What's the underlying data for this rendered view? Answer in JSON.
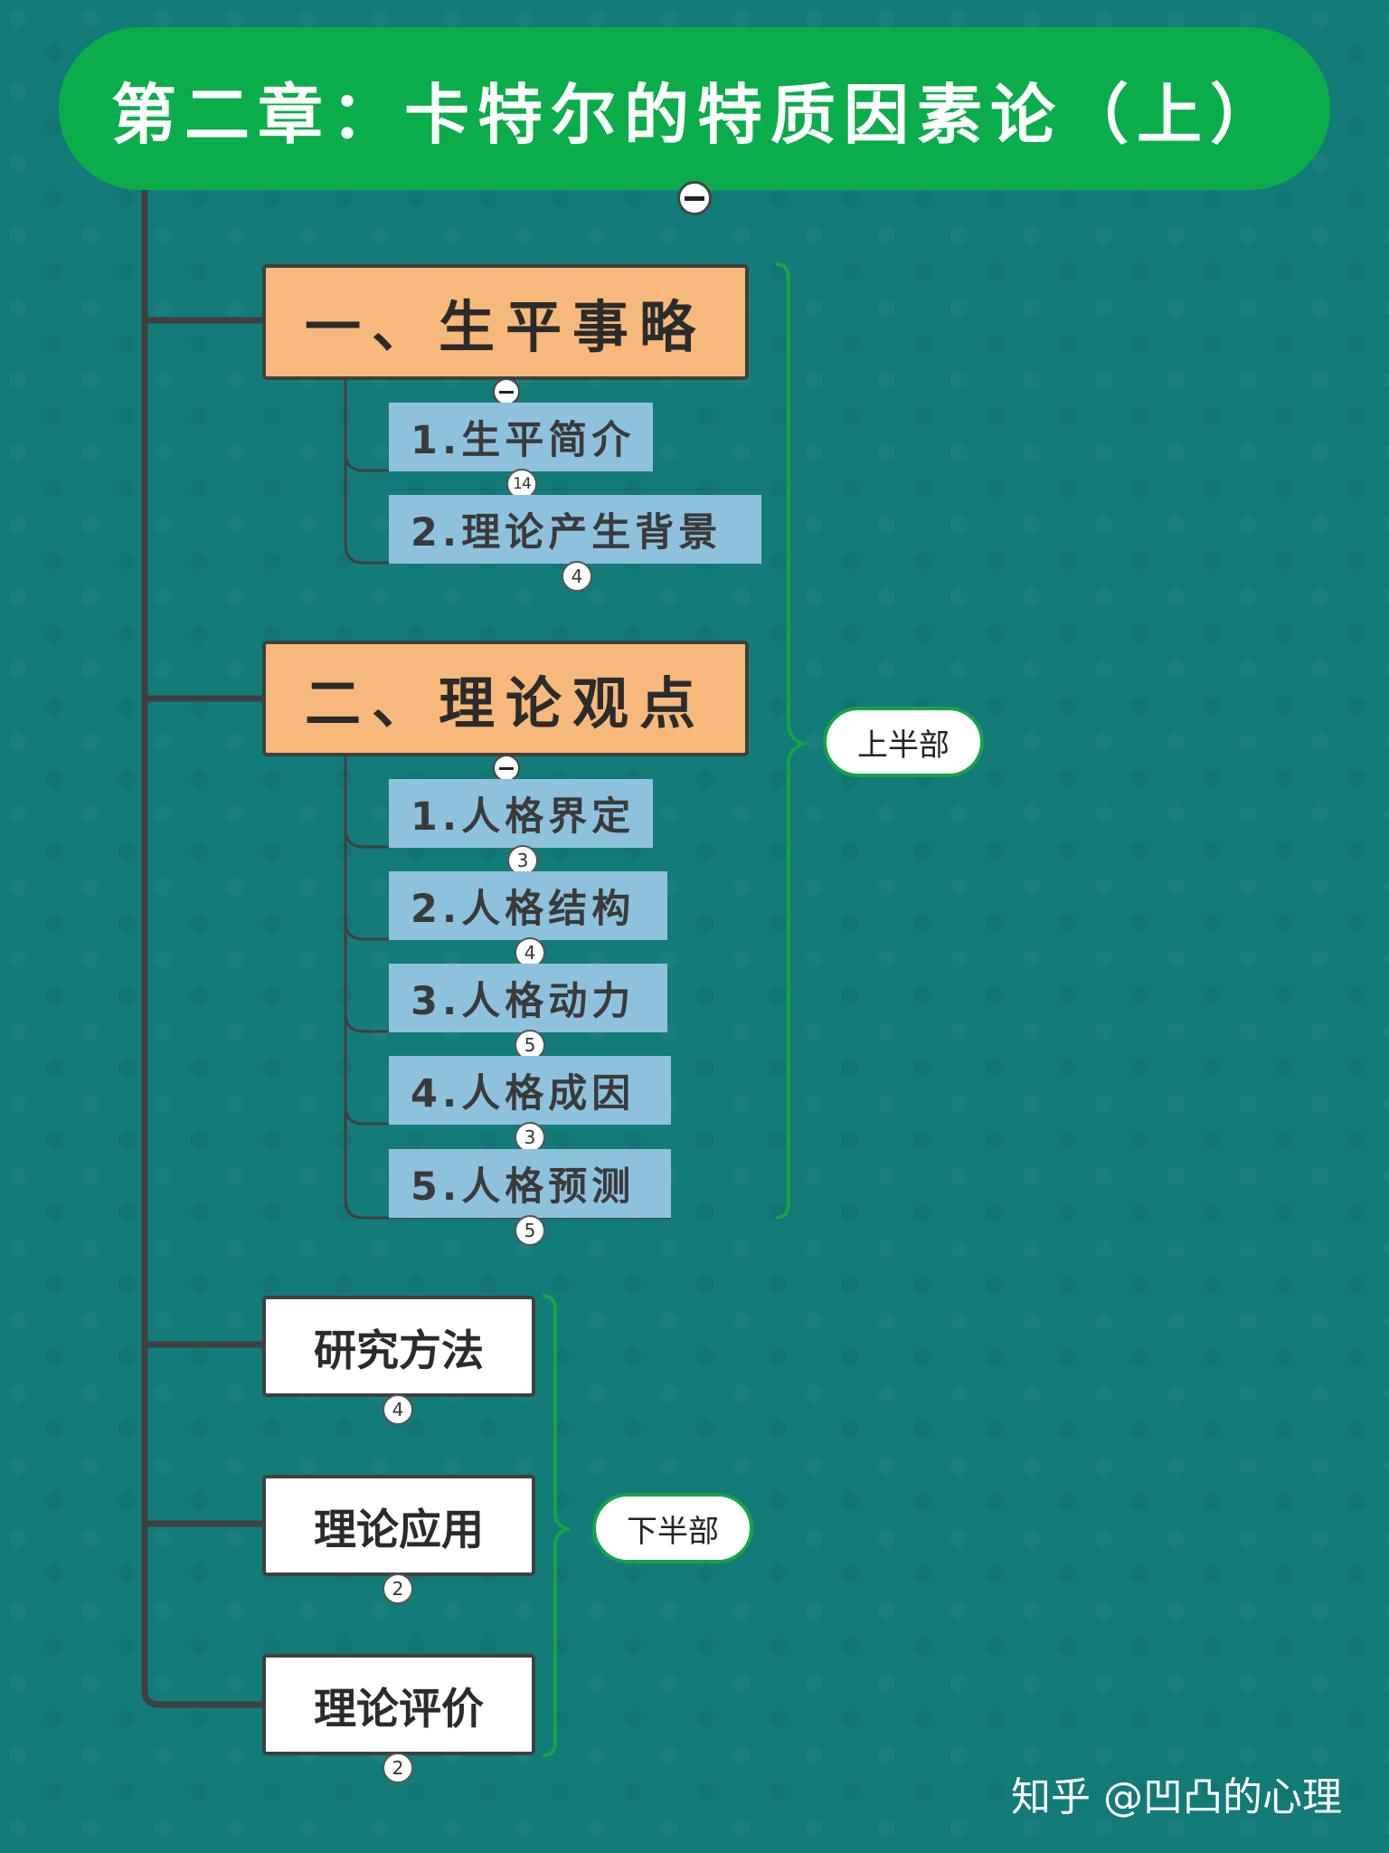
{
  "title": "第二章：卡特尔的特质因素论（上）",
  "colors": {
    "background": "#137b78",
    "title_bar": "#0bad4b",
    "section_fill": "#f7b97b",
    "subtopic_fill": "#8ec2dc",
    "bracket": "#16a34a",
    "connector": "#3f3f3f"
  },
  "sections": [
    {
      "label": "一、生平事略",
      "collapse_icon": "minus-circle-icon",
      "items": [
        {
          "label": "1.生平简介",
          "count": "14"
        },
        {
          "label": "2.理论产生背景",
          "count": "4"
        }
      ]
    },
    {
      "label": "二、理论观点",
      "collapse_icon": "minus-circle-icon",
      "items": [
        {
          "label": "1.人格界定",
          "count": "3"
        },
        {
          "label": "2.人格结构",
          "count": "4"
        },
        {
          "label": "3.人格动力",
          "count": "5"
        },
        {
          "label": "4.人格成因",
          "count": "3"
        },
        {
          "label": "5.人格预测",
          "count": "5"
        }
      ]
    }
  ],
  "lower_topics": [
    {
      "label": "研究方法",
      "count": "4"
    },
    {
      "label": "理论应用",
      "count": "2"
    },
    {
      "label": "理论评价",
      "count": "2"
    }
  ],
  "brackets": {
    "upper": "上半部",
    "lower": "下半部"
  },
  "watermark": "知乎 @凹凸的心理"
}
